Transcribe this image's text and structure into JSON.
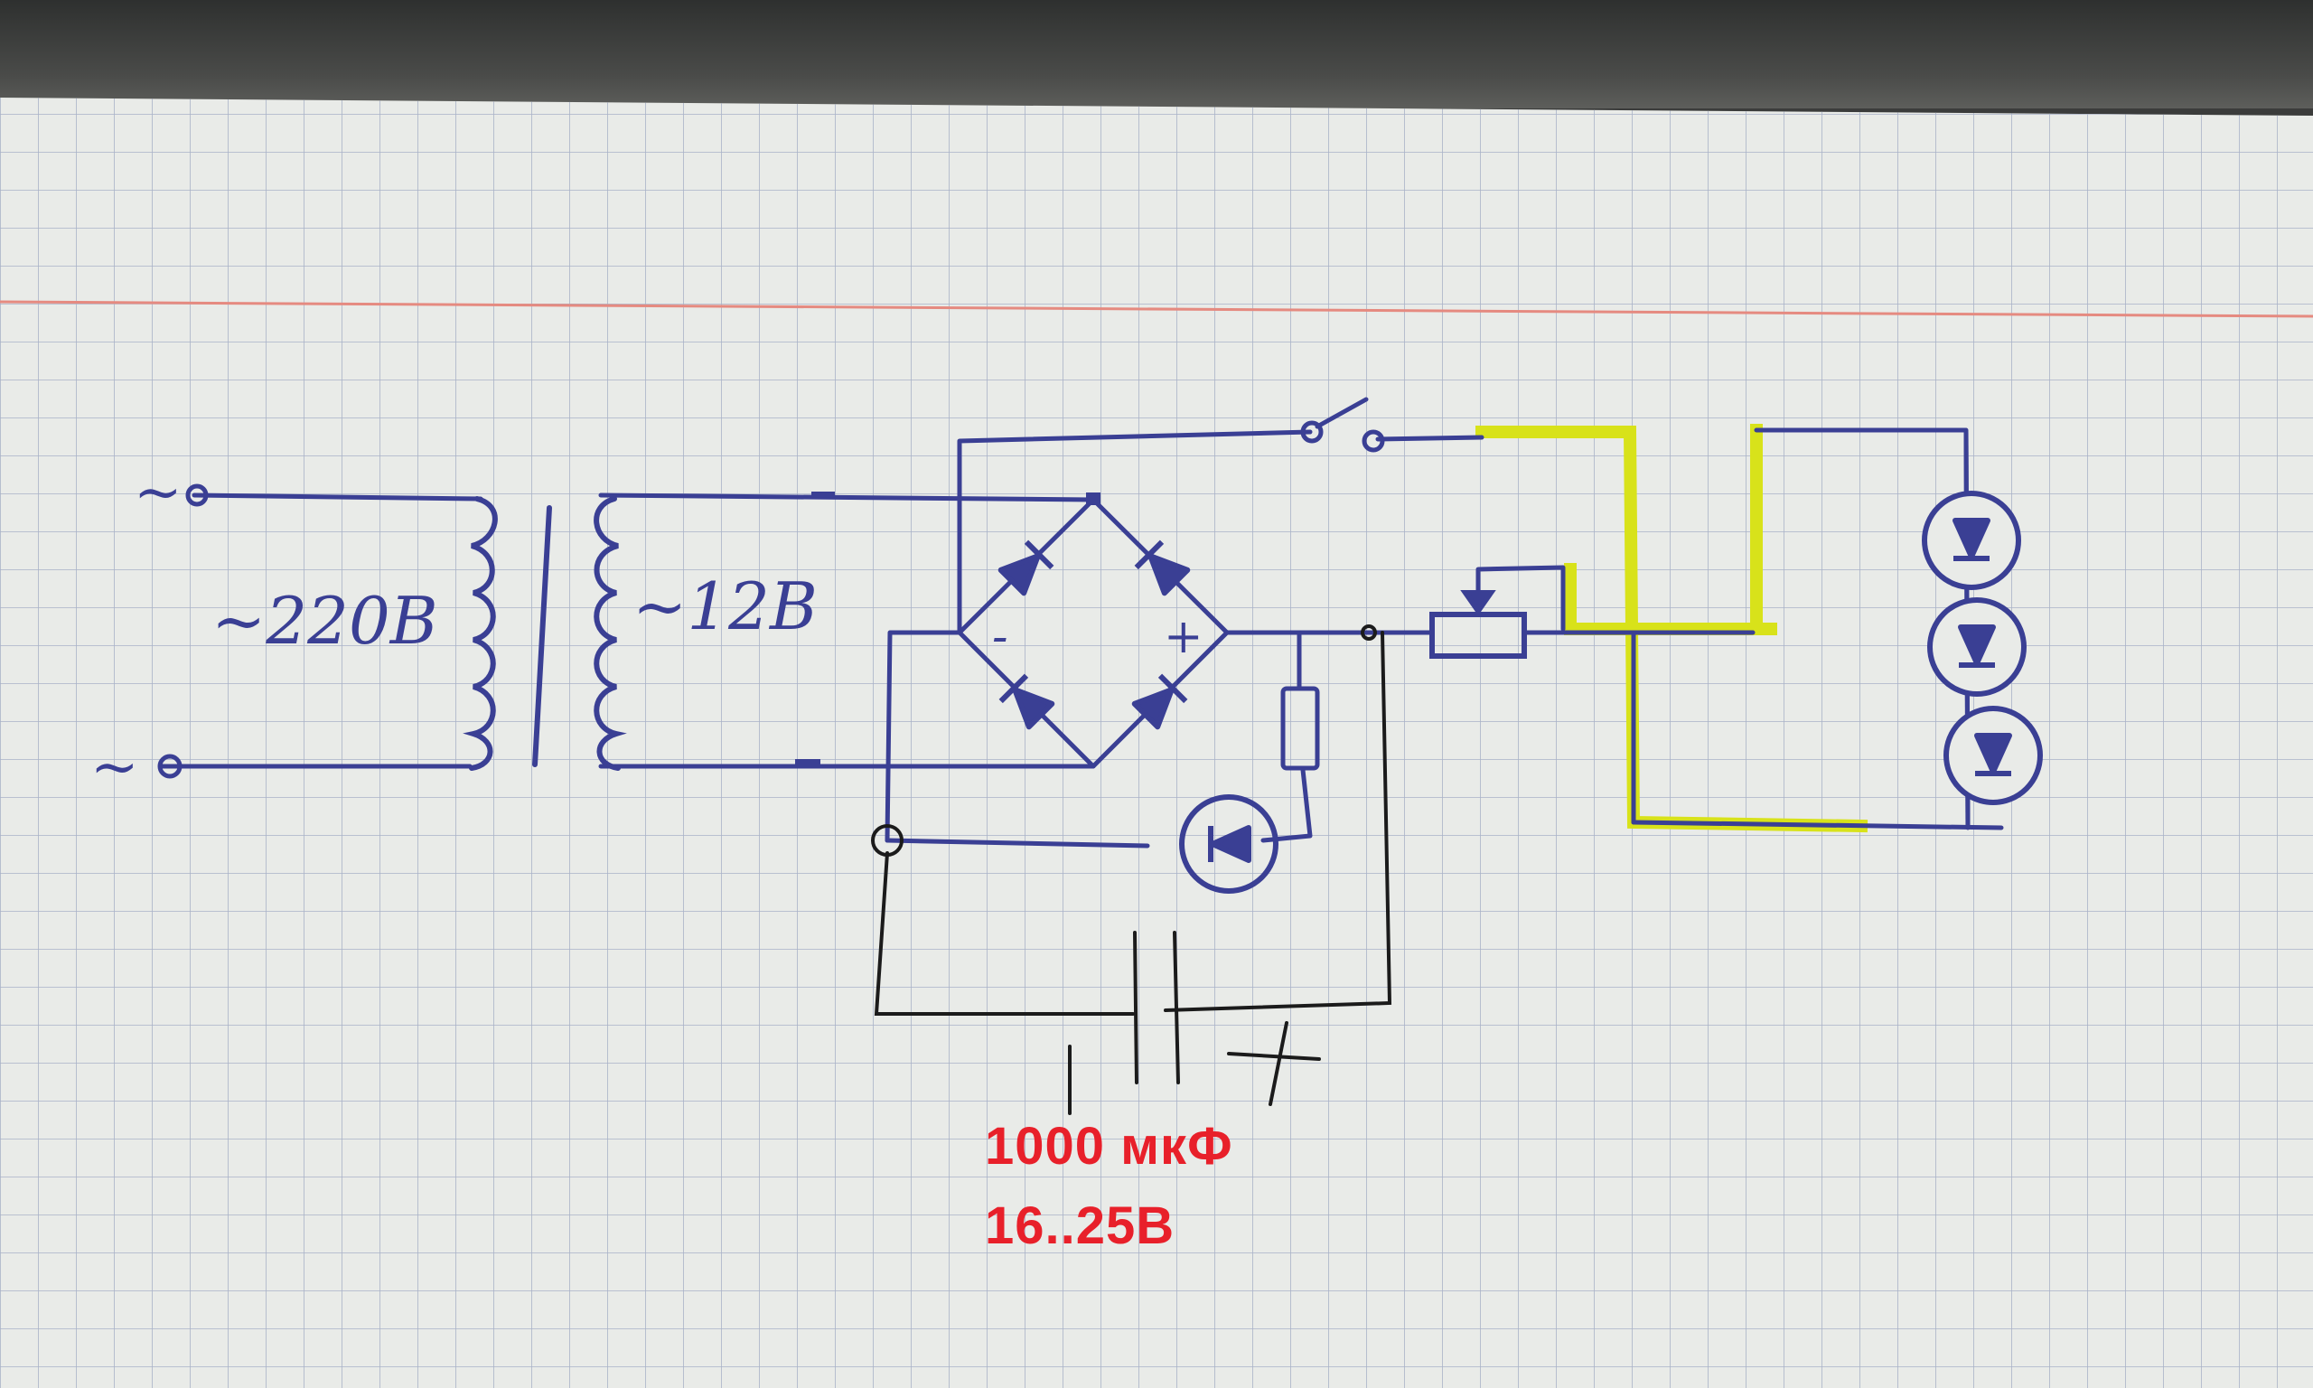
{
  "colors": {
    "paper": "#e9ebe8",
    "grid": "#a9b2c8",
    "margin_line": "#e58a80",
    "ink": "#3a3f94",
    "marker": "#d8e21a",
    "capacitor_ink": "#1b1b1b",
    "red_text": "#e8202a"
  },
  "labels": {
    "ac_symbol_top": "~",
    "ac_symbol_bottom": "~",
    "primary_voltage": "~220B",
    "secondary_voltage": "~12B",
    "bridge_minus": "-",
    "bridge_plus": "+",
    "cap_polarity": "+"
  },
  "capacitor": {
    "capacitance": "1000 мкФ",
    "voltage": "16..25В"
  },
  "icons": {
    "switch": "switch-icon",
    "potentiometer": "potentiometer-icon",
    "resistor": "resistor-icon",
    "indicator_led": "led-icon",
    "led_string": "led-icon"
  }
}
